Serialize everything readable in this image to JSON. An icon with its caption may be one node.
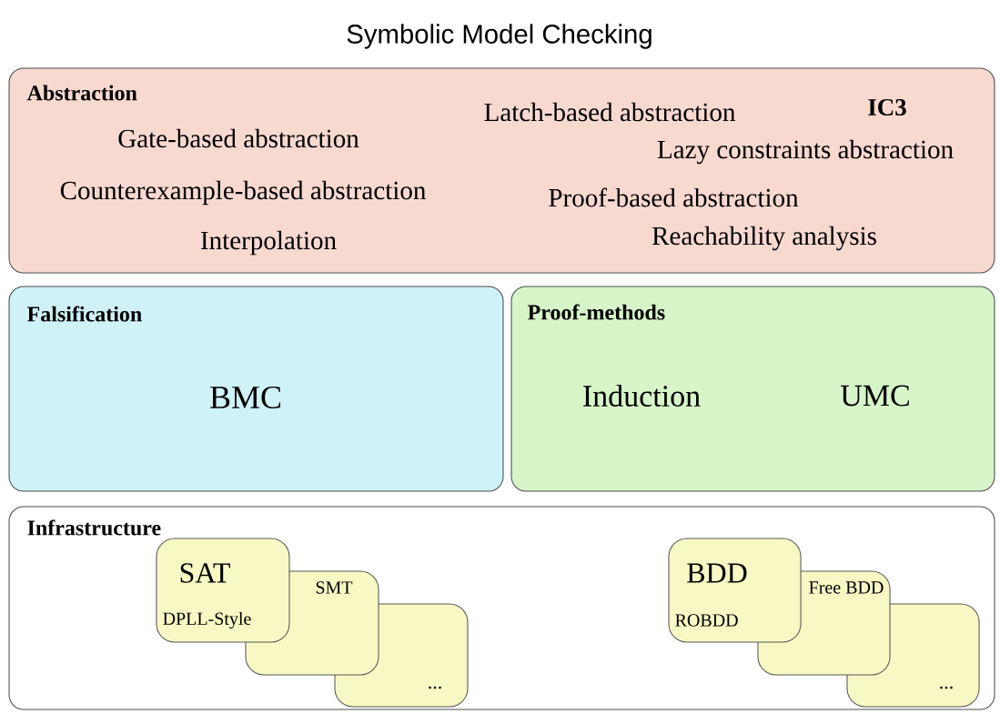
{
  "diagram": {
    "title": "Symbolic Model Checking",
    "nodes": [
      {
        "text": [
          "Abstraction",
          "Latch-based abstraction",
          "IC3",
          "Gate-based abstraction",
          "Lazy constraints abstraction",
          "Counterexample-based abstraction",
          "Proof-based abstraction",
          "Interpolation",
          "Reachability analysis"
        ]
      },
      {
        "text": [
          "Falsification",
          "BMC"
        ]
      },
      {
        "text": [
          "Proof-methods",
          "Induction",
          "UMC"
        ]
      },
      {
        "text": [
          "Infrastructure"
        ]
      },
      {
        "text": [
          "SAT",
          "DPLL-Style"
        ],
        "in": 3
      },
      {
        "text": [
          "SMT"
        ],
        "in": 3
      },
      {
        "text": [
          "..."
        ],
        "in": 3
      },
      {
        "text": [
          "BDD",
          "ROBDD"
        ],
        "in": 3
      },
      {
        "text": [
          "Free BDD"
        ],
        "in": 3
      },
      {
        "text": [
          "..."
        ],
        "in": 3
      }
    ]
  }
}
